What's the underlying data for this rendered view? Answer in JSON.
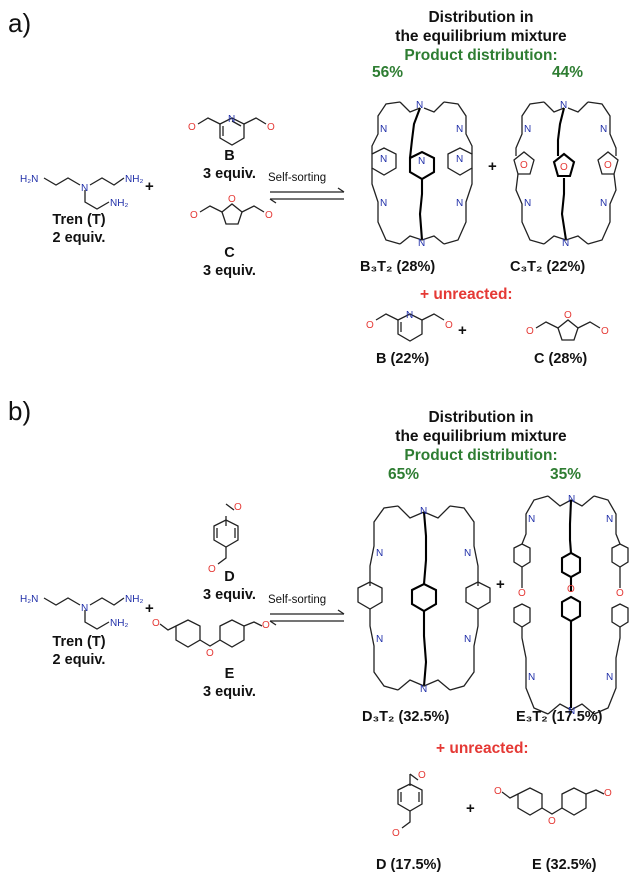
{
  "panel_a": {
    "letter": "a)",
    "header_line1": "Distribution in",
    "header_line2": "the equilibrium mixture",
    "product_distribution": "Product distribution:",
    "pct_left": "56%",
    "pct_right": "44%",
    "tren_label": "Tren (T)",
    "tren_equiv": "2 equiv.",
    "b_label": "B",
    "b_equiv": "3 equiv.",
    "c_label": "C",
    "c_equiv": "3 equiv.",
    "arrow_label": "Self-sorting",
    "plus": "+",
    "cage_left_label": "B₃T₂ (28%)",
    "cage_right_label": "C₃T₂ (22%)",
    "unreacted": "+ unreacted:",
    "unreacted_left": "B (22%)",
    "unreacted_right": "C (28%)"
  },
  "panel_b": {
    "letter": "b)",
    "header_line1": "Distribution in",
    "header_line2": "the equilibrium mixture",
    "product_distribution": "Product distribution:",
    "pct_left": "65%",
    "pct_right": "35%",
    "tren_label": "Tren (T)",
    "tren_equiv": "2 equiv.",
    "d_label": "D",
    "d_equiv": "3 equiv.",
    "e_label": "E",
    "e_equiv": "3 equiv.",
    "arrow_label": "Self-sorting",
    "plus": "+",
    "cage_left_label": "D₃T₂ (32.5%)",
    "cage_right_label": "E₃T₂ (17.5%)",
    "unreacted": "+ unreacted:",
    "unreacted_left": "D (17.5%)",
    "unreacted_right": "E (32.5%)"
  },
  "atoms": {
    "n": "N",
    "o": "O",
    "nh2": "NH₂",
    "h2n": "H₂N"
  },
  "colors": {
    "nitrogen": "#1f2ea8",
    "oxygen": "#e53935",
    "green": "#2e7d32",
    "red": "#e53935"
  }
}
